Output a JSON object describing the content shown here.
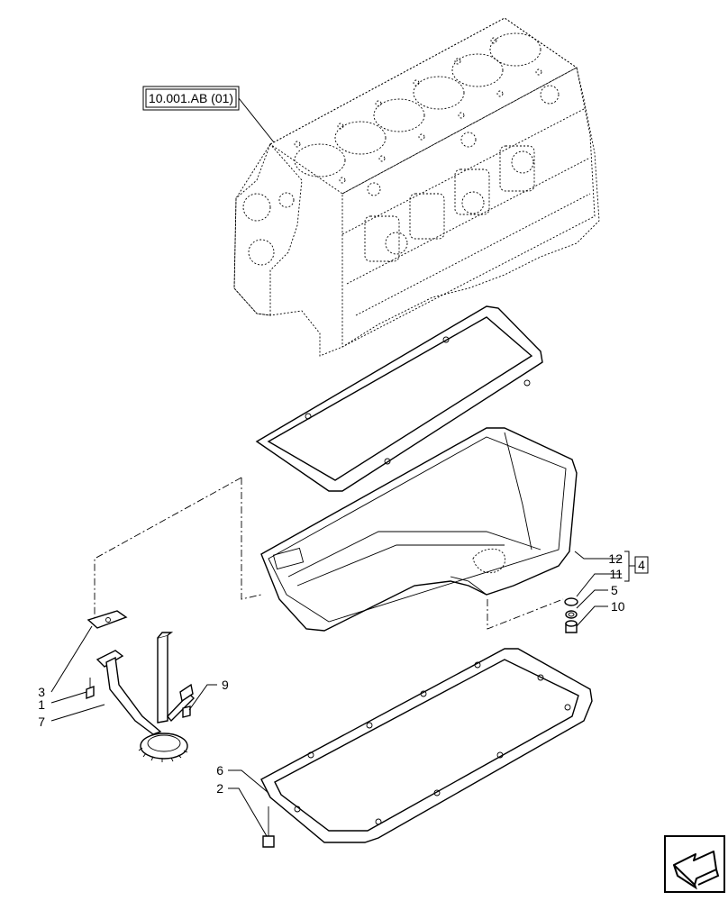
{
  "diagram": {
    "reference_label": "10.001.AB (01)",
    "callouts": [
      {
        "id": "c1",
        "text": "1"
      },
      {
        "id": "c2",
        "text": "2"
      },
      {
        "id": "c3",
        "text": "3"
      },
      {
        "id": "c5",
        "text": "5"
      },
      {
        "id": "c6",
        "text": "6"
      },
      {
        "id": "c7",
        "text": "7"
      },
      {
        "id": "c9",
        "text": "9"
      },
      {
        "id": "c10",
        "text": "10"
      },
      {
        "id": "c11",
        "text": "11"
      },
      {
        "id": "c12",
        "text": "12"
      }
    ],
    "kit_box_label": "4",
    "nav_icon": "navigate-arrow-icon"
  }
}
